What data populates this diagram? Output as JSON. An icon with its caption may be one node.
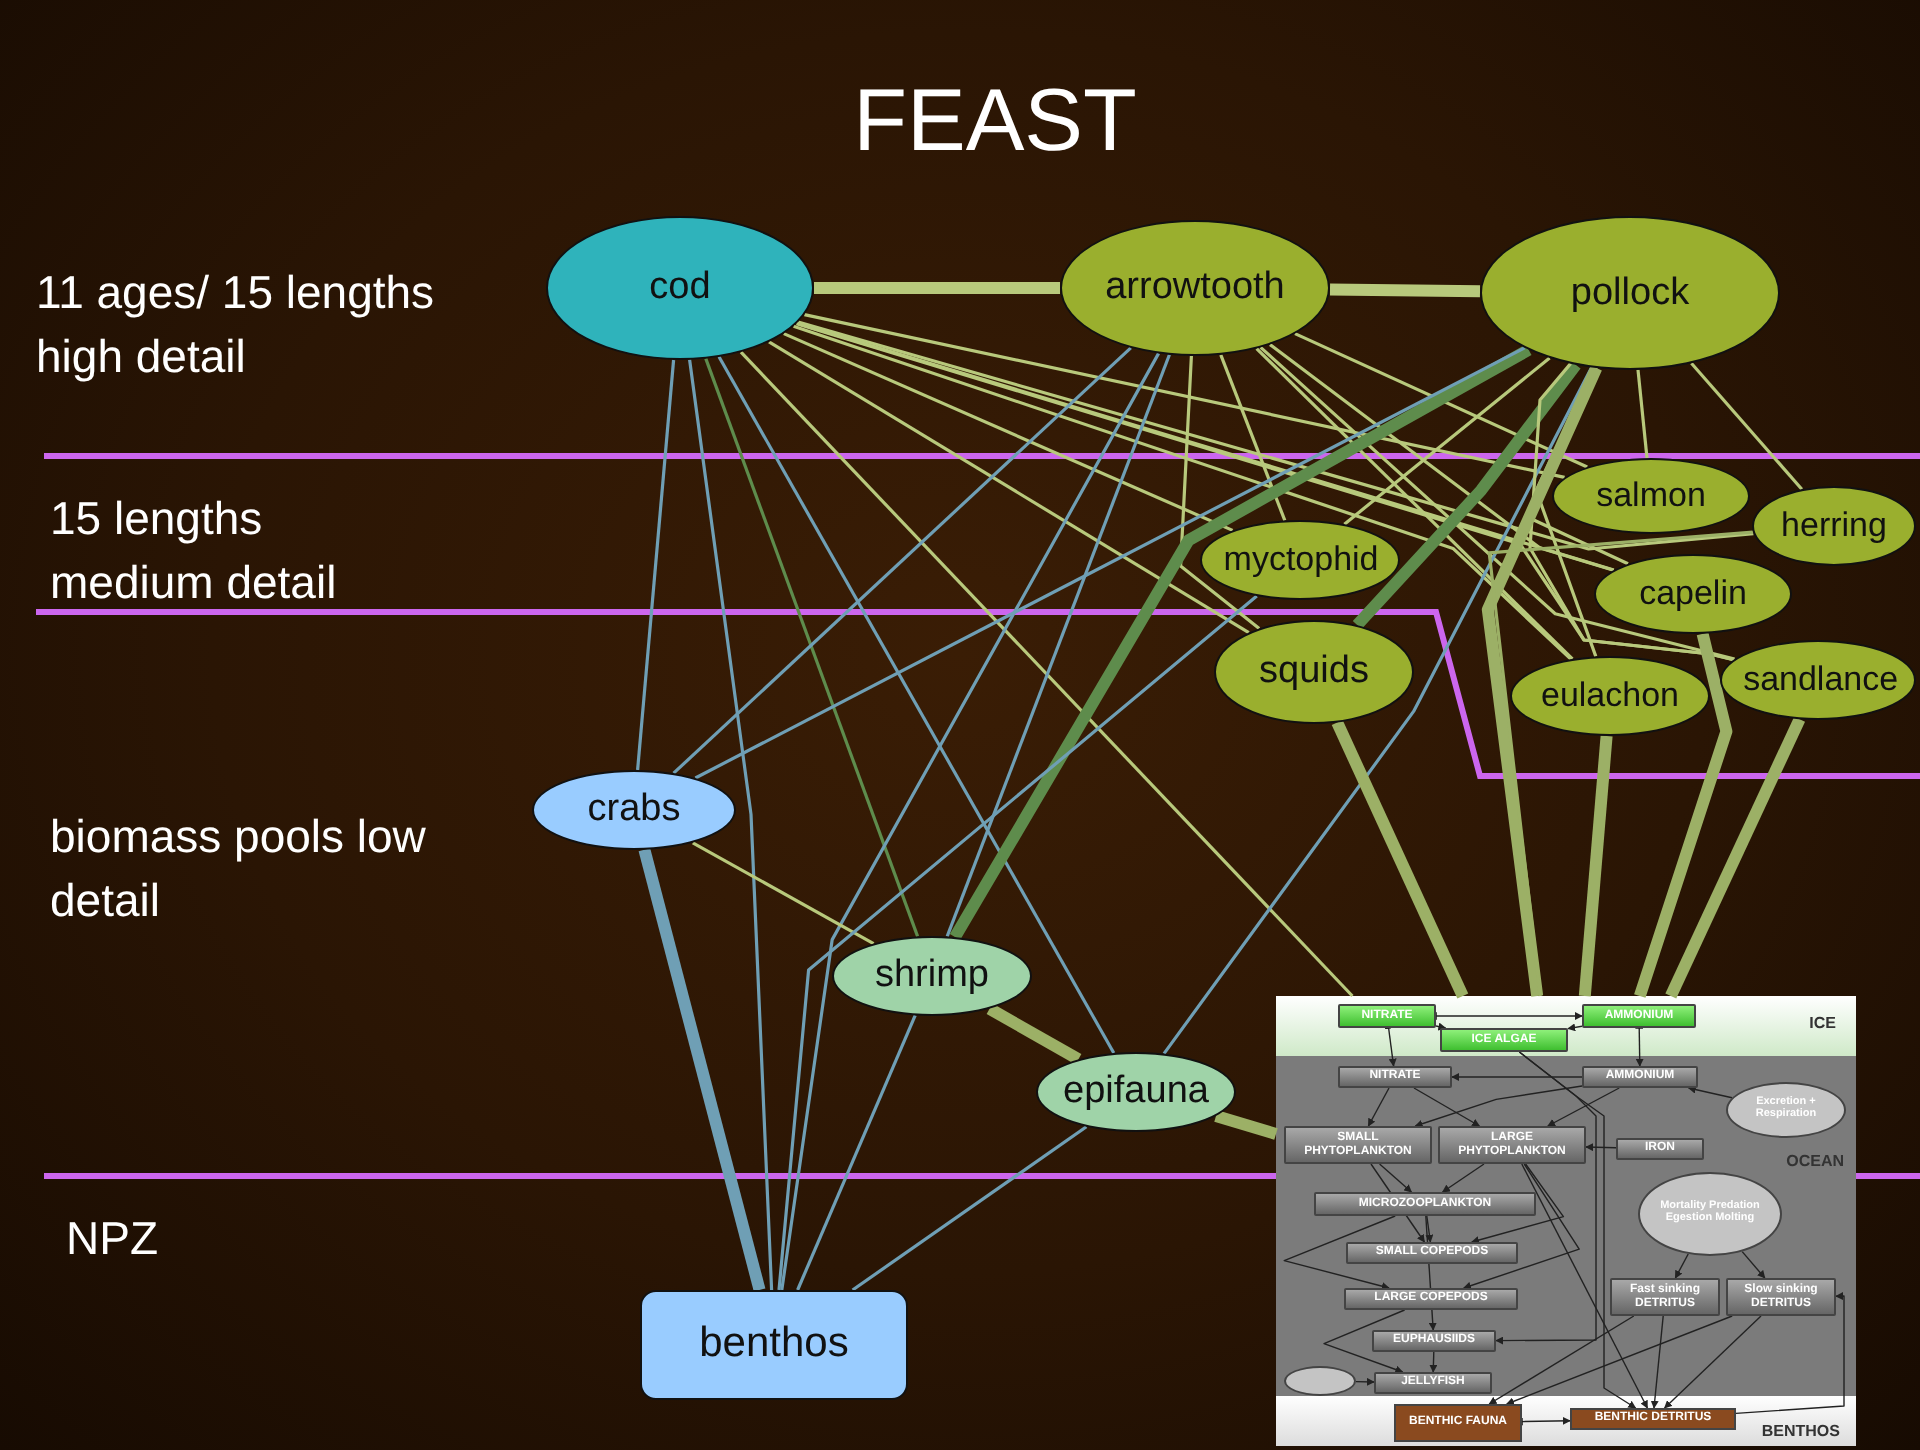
{
  "diagram": {
    "title": "FEAST",
    "nodes": [
      {
        "text": [
          "cod"
        ]
      },
      {
        "text": [
          "arrowtooth"
        ]
      },
      {
        "text": [
          "pollock"
        ]
      },
      {
        "text": [
          "salmon"
        ]
      },
      {
        "text": [
          "herring"
        ]
      },
      {
        "text": [
          "myctophid"
        ]
      },
      {
        "text": [
          "capelin"
        ]
      },
      {
        "text": [
          "squids"
        ]
      },
      {
        "text": [
          "eulachon"
        ]
      },
      {
        "text": [
          "sandlance"
        ]
      },
      {
        "text": [
          "crabs"
        ]
      },
      {
        "text": [
          "shrimp"
        ]
      },
      {
        "text": [
          "epifauna"
        ]
      },
      {
        "text": [
          "benthos"
        ]
      },
      {
        "text": [],
        "shape": "box"
      },
      {
        "text": [
          "ICE"
        ],
        "in": 14
      },
      {
        "text": [
          "OCEAN"
        ],
        "in": 14
      },
      {
        "text": [
          "BENTHOS"
        ],
        "in": 14
      },
      {
        "text": [
          "NITRATE"
        ],
        "in": 15
      },
      {
        "text": [
          "AMMONIUM"
        ],
        "in": 15
      },
      {
        "text": [
          "ICE ALGAE"
        ],
        "in": 15
      },
      {
        "text": [
          "NITRATE"
        ],
        "in": 16
      },
      {
        "text": [
          "AMMONIUM"
        ],
        "in": 16
      },
      {
        "text": [
          "Excretion + Respiration"
        ],
        "in": 16
      },
      {
        "text": [
          "SMALL PHYTOPLANKTON"
        ],
        "in": 16
      },
      {
        "text": [
          "LARGE PHYTOPLANKTON"
        ],
        "in": 16
      },
      {
        "text": [
          "IRON"
        ],
        "in": 16
      },
      {
        "text": [
          "MICROZOOPLANKTON"
        ],
        "in": 16
      },
      {
        "text": [
          "Mortality Predation Egestion Molting"
        ],
        "in": 16
      },
      {
        "text": [
          "SMALL COPEPODS"
        ],
        "in": 16
      },
      {
        "text": [
          "Fast sinking DETRITUS"
        ],
        "in": 16
      },
      {
        "text": [
          "Slow sinking DETRITUS"
        ],
        "in": 16
      },
      {
        "text": [
          "LARGE COPEPODS"
        ],
        "in": 16
      },
      {
        "text": [
          "EUPHAUSIIDS"
        ],
        "in": 16
      },
      {
        "text": [],
        "shape": "circle",
        "in": 16
      },
      {
        "text": [
          "JELLYFISH"
        ],
        "in": 16
      },
      {
        "text": [
          "BENTHIC FAUNA"
        ],
        "in": 17
      },
      {
        "text": [
          "BENTHIC DETRITUS"
        ],
        "in": 17
      }
    ],
    "edges": [
      {
        "from": 0,
        "to": 1,
        "arrow": "none",
        "style": "thick",
        "color": "#b8c97c"
      },
      {
        "from": 1,
        "to": 2,
        "arrow": "none",
        "style": "thick",
        "color": "#b8c97c"
      },
      {
        "from": 0,
        "to": 3,
        "arrow": "none",
        "color": "#b8c97c"
      },
      {
        "from": 0,
        "to": 4,
        "arrow": "none",
        "color": "#b8c97c"
      },
      {
        "from": 0,
        "to": 6,
        "arrow": "none",
        "color": "#b8c97c"
      },
      {
        "from": 0,
        "to": 9,
        "arrow": "none",
        "color": "#b8c97c"
      },
      {
        "from": 0,
        "to": 8,
        "arrow": "none",
        "color": "#b8c97c"
      },
      {
        "from": 0,
        "to": 5,
        "arrow": "none",
        "color": "#b8c97c"
      },
      {
        "from": 0,
        "to": 7,
        "arrow": "none",
        "color": "#b8c97c"
      },
      {
        "from": 0,
        "to": 14,
        "arrow": "none",
        "color": "#b8c97c"
      },
      {
        "from": 0,
        "to": 10,
        "arrow": "none",
        "color": "#6f9fb5"
      },
      {
        "from": 0,
        "to": 13,
        "arrow": "none",
        "color": "#6f9fb5"
      },
      {
        "from": 0,
        "to": 11,
        "arrow": "none",
        "color": "#5e8c4c"
      },
      {
        "from": 0,
        "to": 12,
        "arrow": "none",
        "color": "#6f9fb5"
      },
      {
        "from": 1,
        "to": 10,
        "arrow": "none",
        "color": "#6f9fb5"
      },
      {
        "from": 1,
        "to": 11,
        "arrow": "none",
        "color": "#6f9fb5"
      },
      {
        "from": 1,
        "to": 13,
        "arrow": "none",
        "color": "#6f9fb5"
      },
      {
        "from": 1,
        "to": 5,
        "arrow": "none",
        "color": "#b8c97c"
      },
      {
        "from": 1,
        "to": 7,
        "arrow": "none",
        "color": "#b8c97c"
      },
      {
        "from": 1,
        "to": 3,
        "arrow": "none",
        "color": "#b8c97c"
      },
      {
        "from": 1,
        "to": 6,
        "arrow": "none",
        "color": "#b8c97c"
      },
      {
        "from": 1,
        "to": 8,
        "arrow": "none",
        "color": "#b8c97c"
      },
      {
        "from": 1,
        "to": 9,
        "arrow": "none",
        "color": "#b8c97c"
      },
      {
        "from": 2,
        "to": 7,
        "arrow": "none",
        "style": "thick",
        "color": "#5e8c4c"
      },
      {
        "from": 2,
        "to": 5,
        "arrow": "none",
        "color": "#b8c97c"
      },
      {
        "from": 2,
        "to": 11,
        "arrow": "none",
        "style": "thick",
        "color": "#5e8c4c"
      },
      {
        "from": 2,
        "to": 10,
        "arrow": "none",
        "color": "#6f9fb5"
      },
      {
        "from": 2,
        "to": 12,
        "arrow": "none",
        "color": "#6f9fb5"
      },
      {
        "from": 2,
        "to": 3,
        "arrow": "none",
        "color": "#b8c97c"
      },
      {
        "from": 2,
        "to": 6,
        "arrow": "none",
        "color": "#b8c97c"
      },
      {
        "from": 2,
        "to": 8,
        "arrow": "none",
        "color": "#b8c97c"
      },
      {
        "from": 2,
        "to": 9,
        "arrow": "none",
        "color": "#b8c97c"
      },
      {
        "from": 2,
        "to": 4,
        "arrow": "none",
        "color": "#b8c97c"
      },
      {
        "from": 2,
        "to": 14,
        "arrow": "none",
        "style": "thick",
        "color": "#9cb066"
      },
      {
        "from": 7,
        "to": 14,
        "arrow": "none",
        "style": "thick",
        "color": "#9cb066"
      },
      {
        "from": 6,
        "to": 14,
        "arrow": "none",
        "style": "thick",
        "color": "#9cb066"
      },
      {
        "from": 8,
        "to": 14,
        "arrow": "none",
        "style": "thick",
        "color": "#9cb066"
      },
      {
        "from": 9,
        "to": 14,
        "arrow": "none",
        "style": "thick",
        "color": "#9cb066"
      },
      {
        "from": 4,
        "to": 14,
        "arrow": "none",
        "color": "#9cb066"
      },
      {
        "from": 10,
        "to": 11,
        "arrow": "none",
        "color": "#b8c97c"
      },
      {
        "from": 10,
        "to": 13,
        "arrow": "none",
        "style": "thick",
        "color": "#6f9fb5"
      },
      {
        "from": 11,
        "to": 12,
        "arrow": "none",
        "style": "thick",
        "color": "#9cb066"
      },
      {
        "from": 12,
        "to": 14,
        "arrow": "none",
        "style": "thick",
        "color": "#9cb066"
      },
      {
        "from": 11,
        "to": 13,
        "arrow": "none",
        "color": "#6f9fb5"
      },
      {
        "from": 12,
        "to": 13,
        "arrow": "none",
        "color": "#6f9fb5"
      },
      {
        "from": 5,
        "to": 13,
        "arrow": "none",
        "color": "#6f9fb5"
      },
      {
        "from": 18,
        "to": 19,
        "arrow": "both"
      },
      {
        "from": 18,
        "to": 20,
        "arrow": "to"
      },
      {
        "from": 19,
        "to": 20,
        "arrow": "to"
      },
      {
        "from": 18,
        "to": 21,
        "arrow": "both"
      },
      {
        "from": 19,
        "to": 22,
        "arrow": "both"
      },
      {
        "from": 22,
        "to": 21,
        "arrow": "to"
      },
      {
        "from": 21,
        "to": 24,
        "arrow": "to"
      },
      {
        "from": 21,
        "to": 25,
        "arrow": "to"
      },
      {
        "from": 22,
        "to": 24,
        "arrow": "to"
      },
      {
        "from": 22,
        "to": 25,
        "arrow": "to"
      },
      {
        "from": 23,
        "to": 22,
        "arrow": "to"
      },
      {
        "from": 26,
        "to": 25,
        "arrow": "to"
      },
      {
        "from": 24,
        "to": 27,
        "arrow": "to"
      },
      {
        "from": 25,
        "to": 27,
        "arrow": "to"
      },
      {
        "from": 27,
        "to": 29,
        "arrow": "to"
      },
      {
        "from": 24,
        "to": 29,
        "arrow": "to"
      },
      {
        "from": 25,
        "to": 29,
        "arrow": "to"
      },
      {
        "from": 27,
        "to": 32,
        "arrow": "to"
      },
      {
        "from": 25,
        "to": 32,
        "arrow": "to"
      },
      {
        "from": 27,
        "to": 33,
        "arrow": "to"
      },
      {
        "from": 20,
        "to": 33,
        "arrow": "to"
      },
      {
        "from": 33,
        "to": 35,
        "arrow": "to"
      },
      {
        "from": 32,
        "to": 35,
        "arrow": "to"
      },
      {
        "from": 34,
        "to": 35,
        "arrow": "to"
      },
      {
        "from": 28,
        "to": 30,
        "arrow": "to"
      },
      {
        "from": 28,
        "to": 31,
        "arrow": "to"
      },
      {
        "from": 30,
        "to": 36,
        "arrow": "to"
      },
      {
        "from": 31,
        "to": 36,
        "arrow": "to"
      },
      {
        "from": 30,
        "to": 37,
        "arrow": "to"
      },
      {
        "from": 31,
        "to": 37,
        "arrow": "to"
      },
      {
        "from": 36,
        "to": 37,
        "arrow": "both"
      },
      {
        "from": 37,
        "to": 31,
        "arrow": "to"
      },
      {
        "from": 20,
        "to": 37,
        "arrow": "to"
      },
      {
        "from": 25,
        "to": 37,
        "arrow": "to"
      }
    ],
    "labels": [
      "11 ages/ 15 lengths high detail",
      "15 lengths medium detail",
      "biomass pools low detail",
      "NPZ"
    ]
  }
}
